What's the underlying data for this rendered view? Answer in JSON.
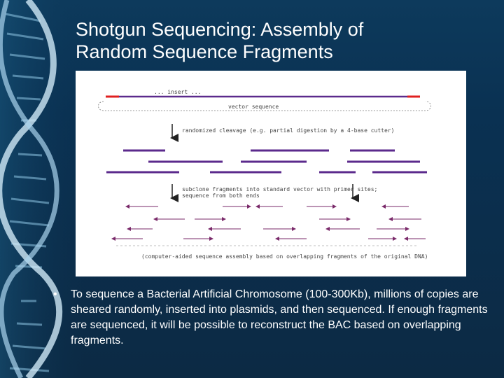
{
  "slide": {
    "title_lines": [
      "Shotgun Sequencing: Assembly of",
      "Random Sequence Fragments"
    ],
    "bullet_glyph": "•",
    "bullet_text": "To sequence a Bacterial Artificial Chromosome (100-300Kb), millions of copies are sheared randomly, inserted into plasmids, and then sequenced. If enough fragments are sequenced, it will be possible to reconstruct the BAC based on overlapping fragments."
  },
  "figure": {
    "insert_label": "... insert ...",
    "vector_label": "vector sequence",
    "step1_label": "randomized cleavage (e.g. partial digestion by a 4-base cutter)",
    "step2_line1": "subclone fragments into standard vector with primer sites;",
    "step2_line2": "sequence from both ends",
    "footer_label": "(computer-aided sequence assembly based on overlapping fragments of the original DNA)",
    "colors": {
      "insert": "#e02020",
      "fragment": "#5b2a8c",
      "read": "#7a2a6a",
      "arrow": "#222222"
    }
  }
}
